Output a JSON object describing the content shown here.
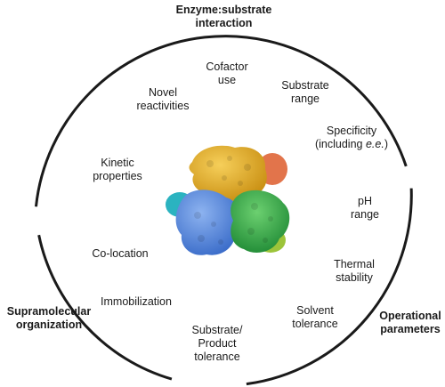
{
  "sections": {
    "top": {
      "line1": "Enzyme:substrate",
      "line2": "interaction"
    },
    "left": {
      "line1": "Supramolecular",
      "line2": "organization"
    },
    "right": {
      "line1": "Operational",
      "line2": "parameters"
    }
  },
  "properties": {
    "cofactor": {
      "line1": "Cofactor",
      "line2": "use"
    },
    "novel": {
      "line1": "Novel",
      "line2": "reactivities"
    },
    "substrate_range": {
      "line1": "Substrate",
      "line2": "range"
    },
    "specificity": {
      "line1": "Specificity",
      "line2_prefix": "(including ",
      "line2_italic": "e.e.",
      "line2_suffix": ")"
    },
    "kinetic": {
      "line1": "Kinetic",
      "line2": "properties"
    },
    "ph": {
      "line1": "pH",
      "line2": "range"
    },
    "colocation": {
      "line1": "Co-location"
    },
    "thermal": {
      "line1": "Thermal",
      "line2": "stability"
    },
    "immobilization": {
      "line1": "Immobilization"
    },
    "solvent": {
      "line1": "Solvent",
      "line2": "tolerance"
    },
    "substrate_product": {
      "line1": "Substrate/",
      "line2": "Product",
      "line3": "tolerance"
    }
  },
  "colors": {
    "ring": "#1a1a1a",
    "subunit_orange": "#e8b32a",
    "subunit_blue": "#5b8fe0",
    "subunit_green": "#3fae4a",
    "accent_red": "#e2744b",
    "accent_cyan": "#2bb3c0",
    "accent_lime": "#9cc43a"
  }
}
